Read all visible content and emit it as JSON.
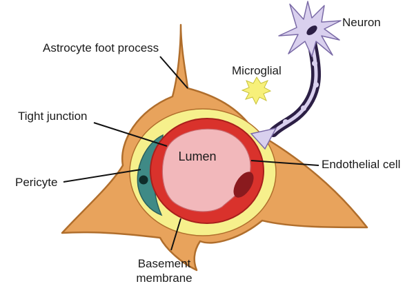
{
  "labels": {
    "astrocyte": "Astrocyte foot process",
    "microglial": "Microglial",
    "neuron": "Neuron",
    "tight_junction": "Tight junction",
    "lumen": "Lumen",
    "pericyte": "Pericyte",
    "endothelial": "Endothelial cell",
    "basement_line1": "Basement",
    "basement_line2": "membrane"
  },
  "colors": {
    "astrocyte": "#e8a35c",
    "basement_membrane": "#f6f08c",
    "endothelial": "#d9322c",
    "lumen": "#f2b8bb",
    "pericyte": "#3f8a86",
    "endothelial_nucleus": "#8a1a1e",
    "neuron": "#d9d0ee",
    "myelin": "#2c1f45",
    "microglia": "#f7f07a"
  }
}
